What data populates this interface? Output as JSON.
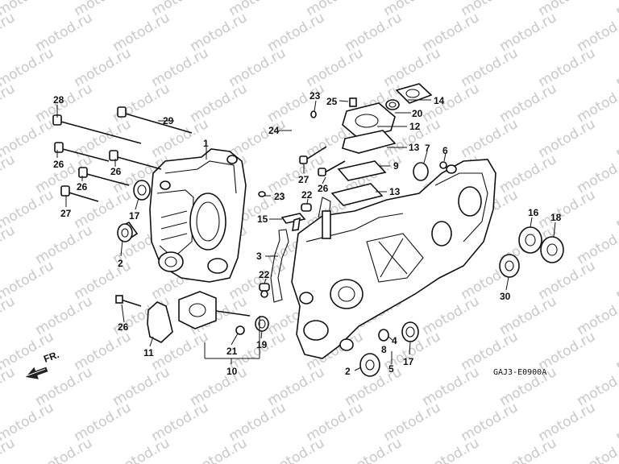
{
  "watermark": "motod.ru",
  "diagram_code": "GAJ3-E0900A",
  "direction": {
    "label": "FR.",
    "icon": "front-arrow-icon"
  },
  "callouts": [
    "1",
    "2",
    "3",
    "4",
    "5",
    "6",
    "7",
    "8",
    "9",
    "10",
    "11",
    "12",
    "13",
    "14",
    "15",
    "16",
    "17",
    "18",
    "19",
    "20",
    "21",
    "22",
    "23",
    "24",
    "25",
    "26",
    "27",
    "28",
    "29",
    "30"
  ]
}
